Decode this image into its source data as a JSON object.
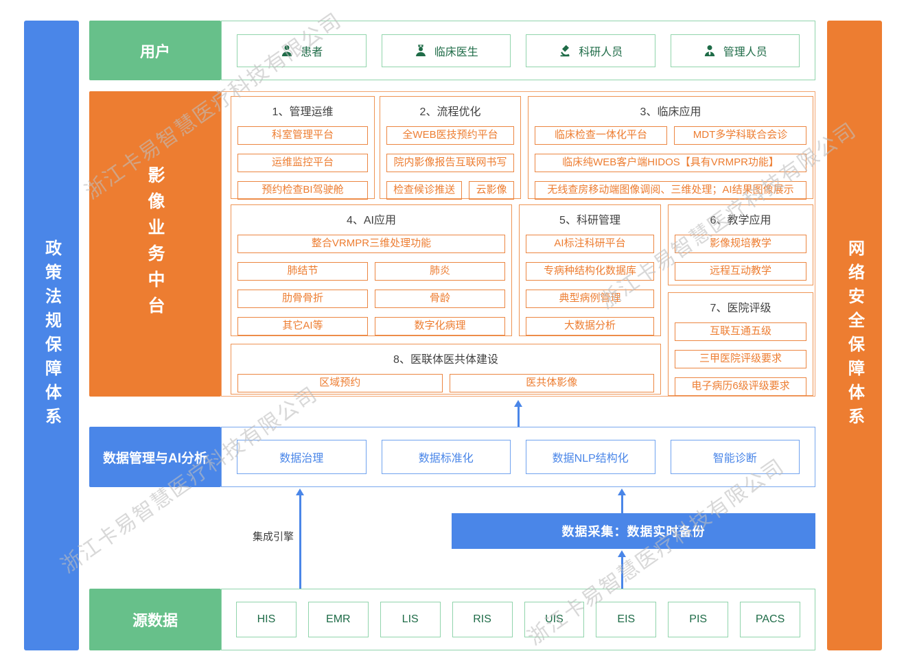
{
  "watermark": {
    "text": "浙江卡易智慧医疗科技有限公司"
  },
  "colors": {
    "green": "#67c08a",
    "orange": "#ed7d31",
    "blue": "#4a86e8"
  },
  "side_bars": {
    "left": "政策法规保障体系",
    "right": "网络安全保障体系"
  },
  "users": {
    "label": "用户",
    "items": [
      {
        "icon": "patient-icon",
        "label": "患者"
      },
      {
        "icon": "doctor-icon",
        "label": "临床医生"
      },
      {
        "icon": "microscope-icon",
        "label": "科研人员"
      },
      {
        "icon": "admin-icon",
        "label": "管理人员"
      }
    ]
  },
  "platform": {
    "label": "影像业务中台",
    "groups": [
      {
        "title": "1、管理运维",
        "rows": [
          [
            "科室管理平台"
          ],
          [
            "运维监控平台"
          ],
          [
            "预约检查BI驾驶舱"
          ]
        ]
      },
      {
        "title": "2、流程优化",
        "rows": [
          [
            "全WEB医技预约平台"
          ],
          [
            "院内影像报告互联网书写"
          ],
          [
            "检查候诊推送",
            "云影像"
          ]
        ]
      },
      {
        "title": "3、临床应用",
        "rows": [
          [
            "临床检查一体化平台",
            "MDT多学科联合会诊"
          ],
          [
            "临床纯WEB客户端HIDOS【具有VRMPR功能】"
          ],
          [
            "无线查房移动端图像调阅、三维处理；AI结果图像展示"
          ]
        ]
      },
      {
        "title": "4、AI应用",
        "rows": [
          [
            "整合VRMPR三维处理功能"
          ],
          [
            "肺结节",
            "肺炎"
          ],
          [
            "肋骨骨折",
            "骨龄"
          ],
          [
            "其它AI等",
            "数字化病理"
          ]
        ]
      },
      {
        "title": "5、科研管理",
        "rows": [
          [
            "AI标注科研平台"
          ],
          [
            "专病种结构化数据库"
          ],
          [
            "典型病例管理"
          ],
          [
            "大数据分析"
          ]
        ]
      },
      {
        "title": "6、教学应用",
        "rows": [
          [
            "影像规培教学"
          ],
          [
            "远程互动教学"
          ]
        ]
      },
      {
        "title": "7、医院评级",
        "rows": [
          [
            "互联互通五级"
          ],
          [
            "三甲医院评级要求"
          ],
          [
            "电子病历6级评级要求"
          ]
        ]
      },
      {
        "title": "8、医联体医共体建设",
        "rows": [
          [
            "区域预约",
            "医共体影像"
          ]
        ]
      }
    ]
  },
  "data_mgmt": {
    "label": "数据管理与AI分析",
    "items": [
      "数据治理",
      "数据标准化",
      "数据NLP结构化",
      "智能诊断"
    ]
  },
  "integration": {
    "engine_label": "集成引擎",
    "collection_label": "数据采集：数据实时备份"
  },
  "source": {
    "label": "源数据",
    "items": [
      "HIS",
      "EMR",
      "LIS",
      "RIS",
      "UIS",
      "EIS",
      "PIS",
      "PACS"
    ]
  }
}
